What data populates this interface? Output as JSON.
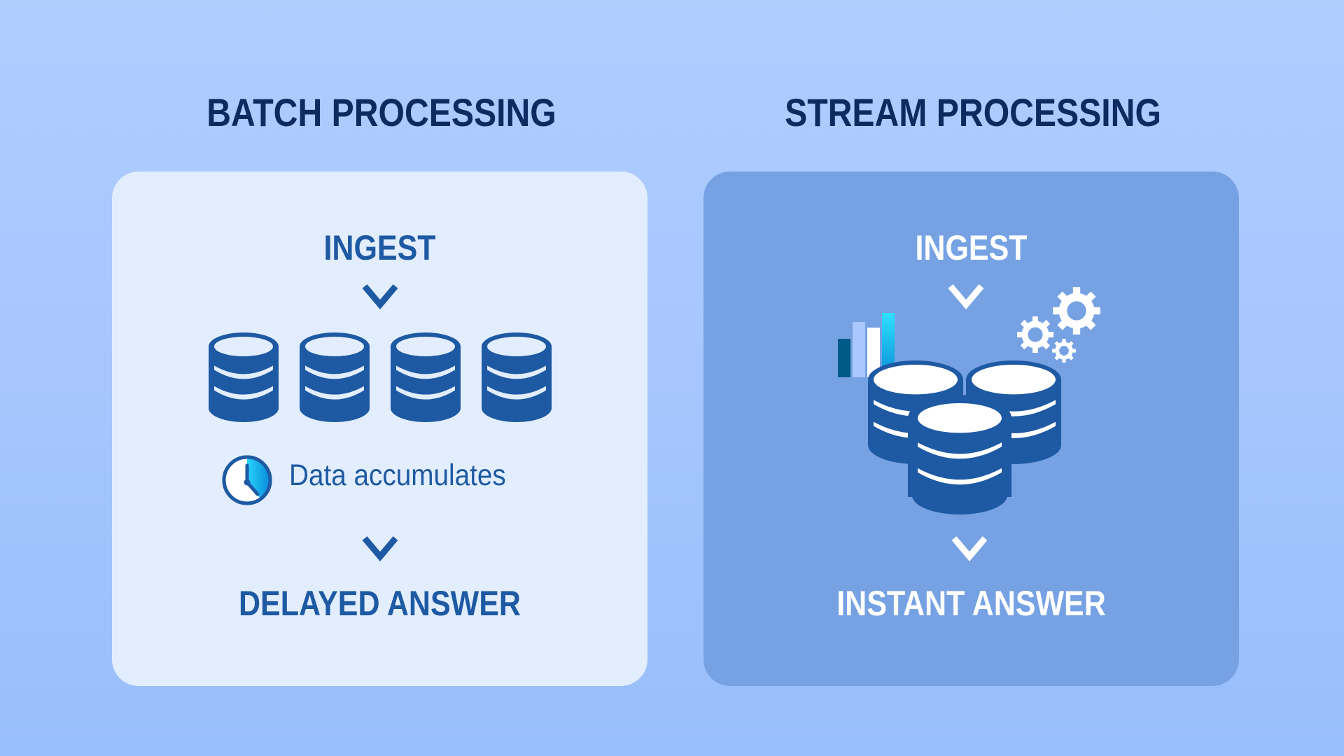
{
  "batch": {
    "title": "BATCH PROCESSING",
    "step1": "INGEST",
    "note": "Data accumulates",
    "result": "DELAYED ANSWER",
    "database_count": 4
  },
  "stream": {
    "title": "STREAM PROCESSING",
    "step1": "INGEST",
    "result": "INSTANT ANSWER",
    "database_count": 3
  },
  "colors": {
    "title": "#0d2a61",
    "accent": "#1e59a3",
    "batch_card": "#e2eefe",
    "stream_card": "#76a2e4"
  }
}
